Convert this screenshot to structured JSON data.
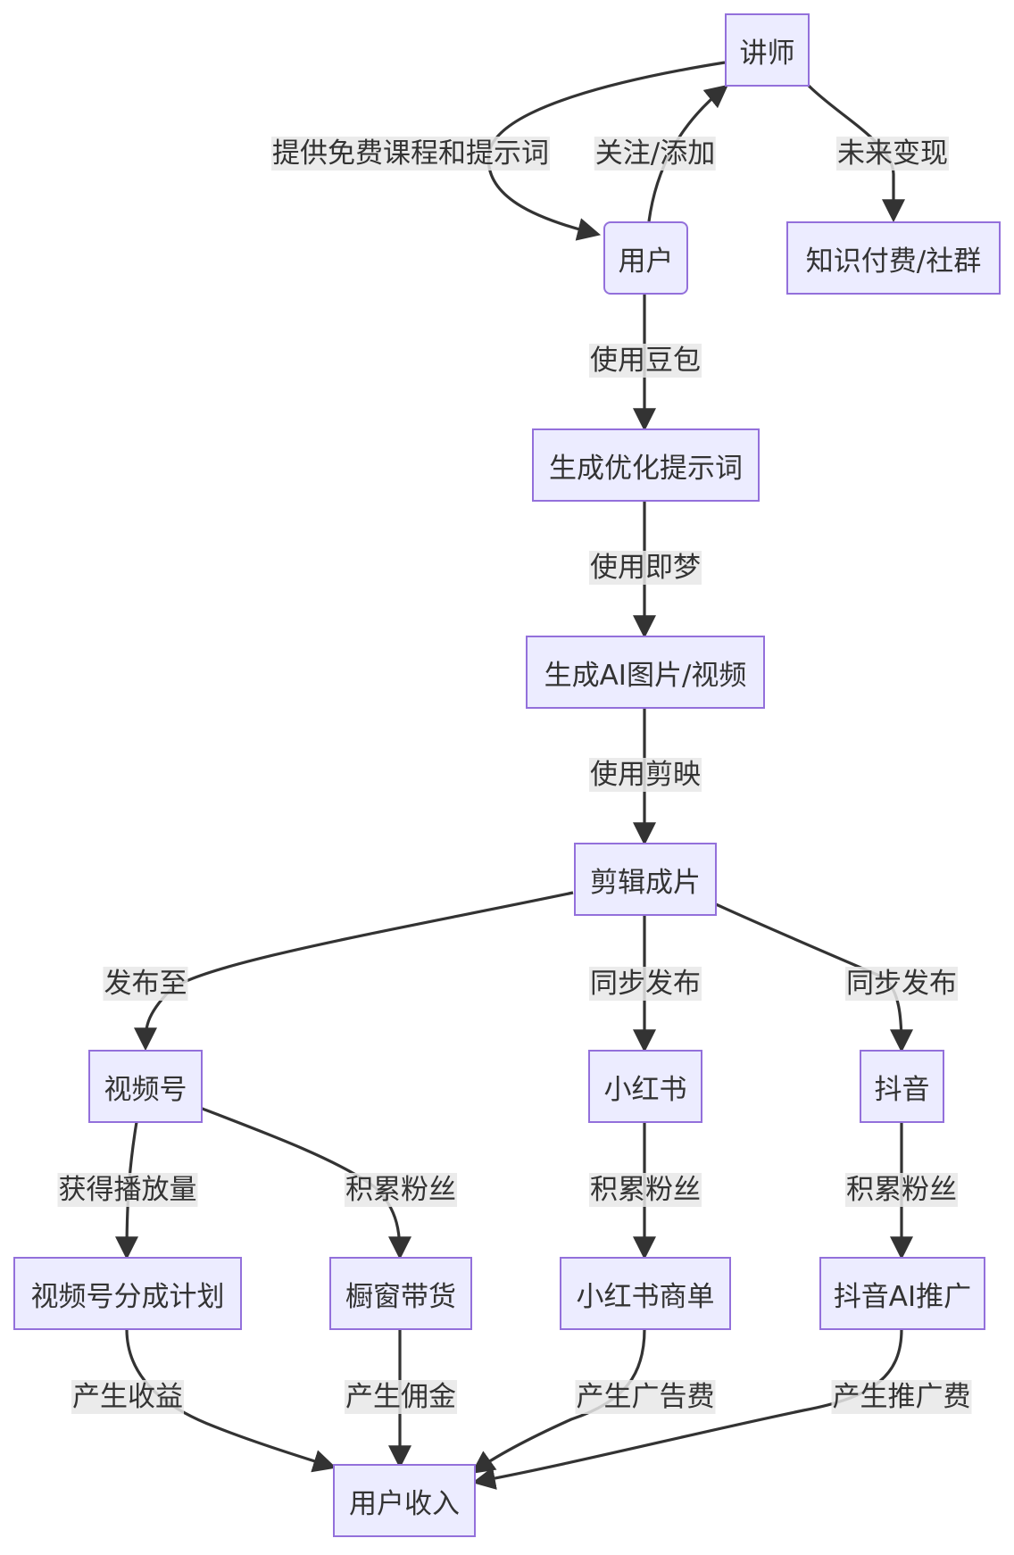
{
  "nodes": {
    "lecturer": "讲师",
    "user": "用户",
    "knowledge": "知识付费/社群",
    "optimize": "生成优化提示词",
    "ai_media": "生成AI图片/视频",
    "edit": "剪辑成片",
    "channels": "视频号",
    "xhs": "小红书",
    "douyin": "抖音",
    "channels_plan": "视频号分成计划",
    "showcase": "橱窗带货",
    "xhs_biz": "小红书商单",
    "douyin_ai": "抖音AI推广",
    "income": "用户收入"
  },
  "edges": {
    "lecturer_user": "提供免费课程和提示词",
    "user_lecturer": "关注/添加",
    "lecturer_knowledge": "未来变现",
    "user_optimize": "使用豆包",
    "optimize_ai": "使用即梦",
    "ai_edit": "使用剪映",
    "edit_channels": "发布至",
    "edit_xhs": "同步发布",
    "edit_douyin": "同步发布",
    "channels_plan": "获得播放量",
    "channels_showcase": "积累粉丝",
    "xhs_biz": "积累粉丝",
    "douyin_ai": "积累粉丝",
    "plan_income": "产生收益",
    "showcase_income": "产生佣金",
    "xhs_income": "产生广告费",
    "douyin_income": "产生推广费"
  },
  "colors": {
    "node_fill": "#ECECFF",
    "node_border": "#9370DB",
    "edge": "#333333",
    "label_bg": "#E8E8E8"
  }
}
